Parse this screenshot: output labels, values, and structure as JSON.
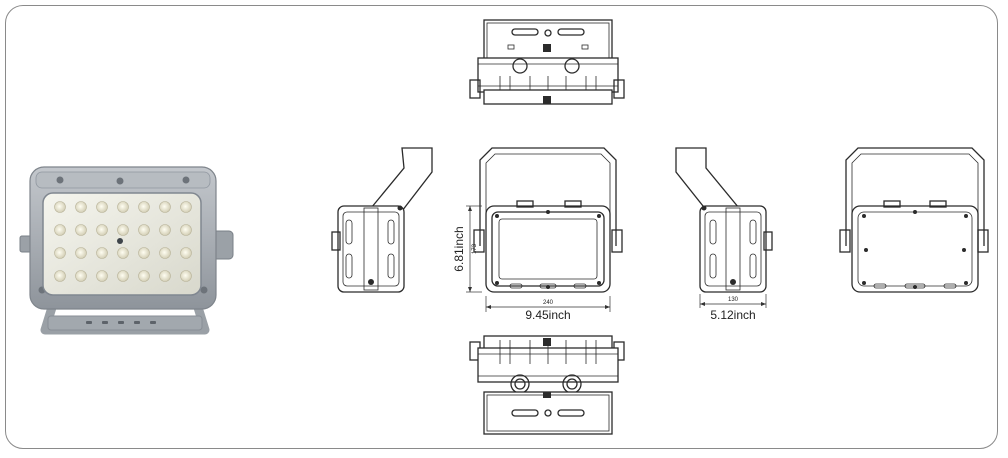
{
  "dimensions": {
    "width_label": "9.45inch",
    "width_mm": "240",
    "height_label": "6.81inch",
    "height_mm": "173",
    "depth_label": "5.12inch",
    "depth_mm": "130"
  },
  "colors": {
    "line": "#2b2b2b",
    "housing": "#a7acb2",
    "led": "#e9e7d6"
  }
}
